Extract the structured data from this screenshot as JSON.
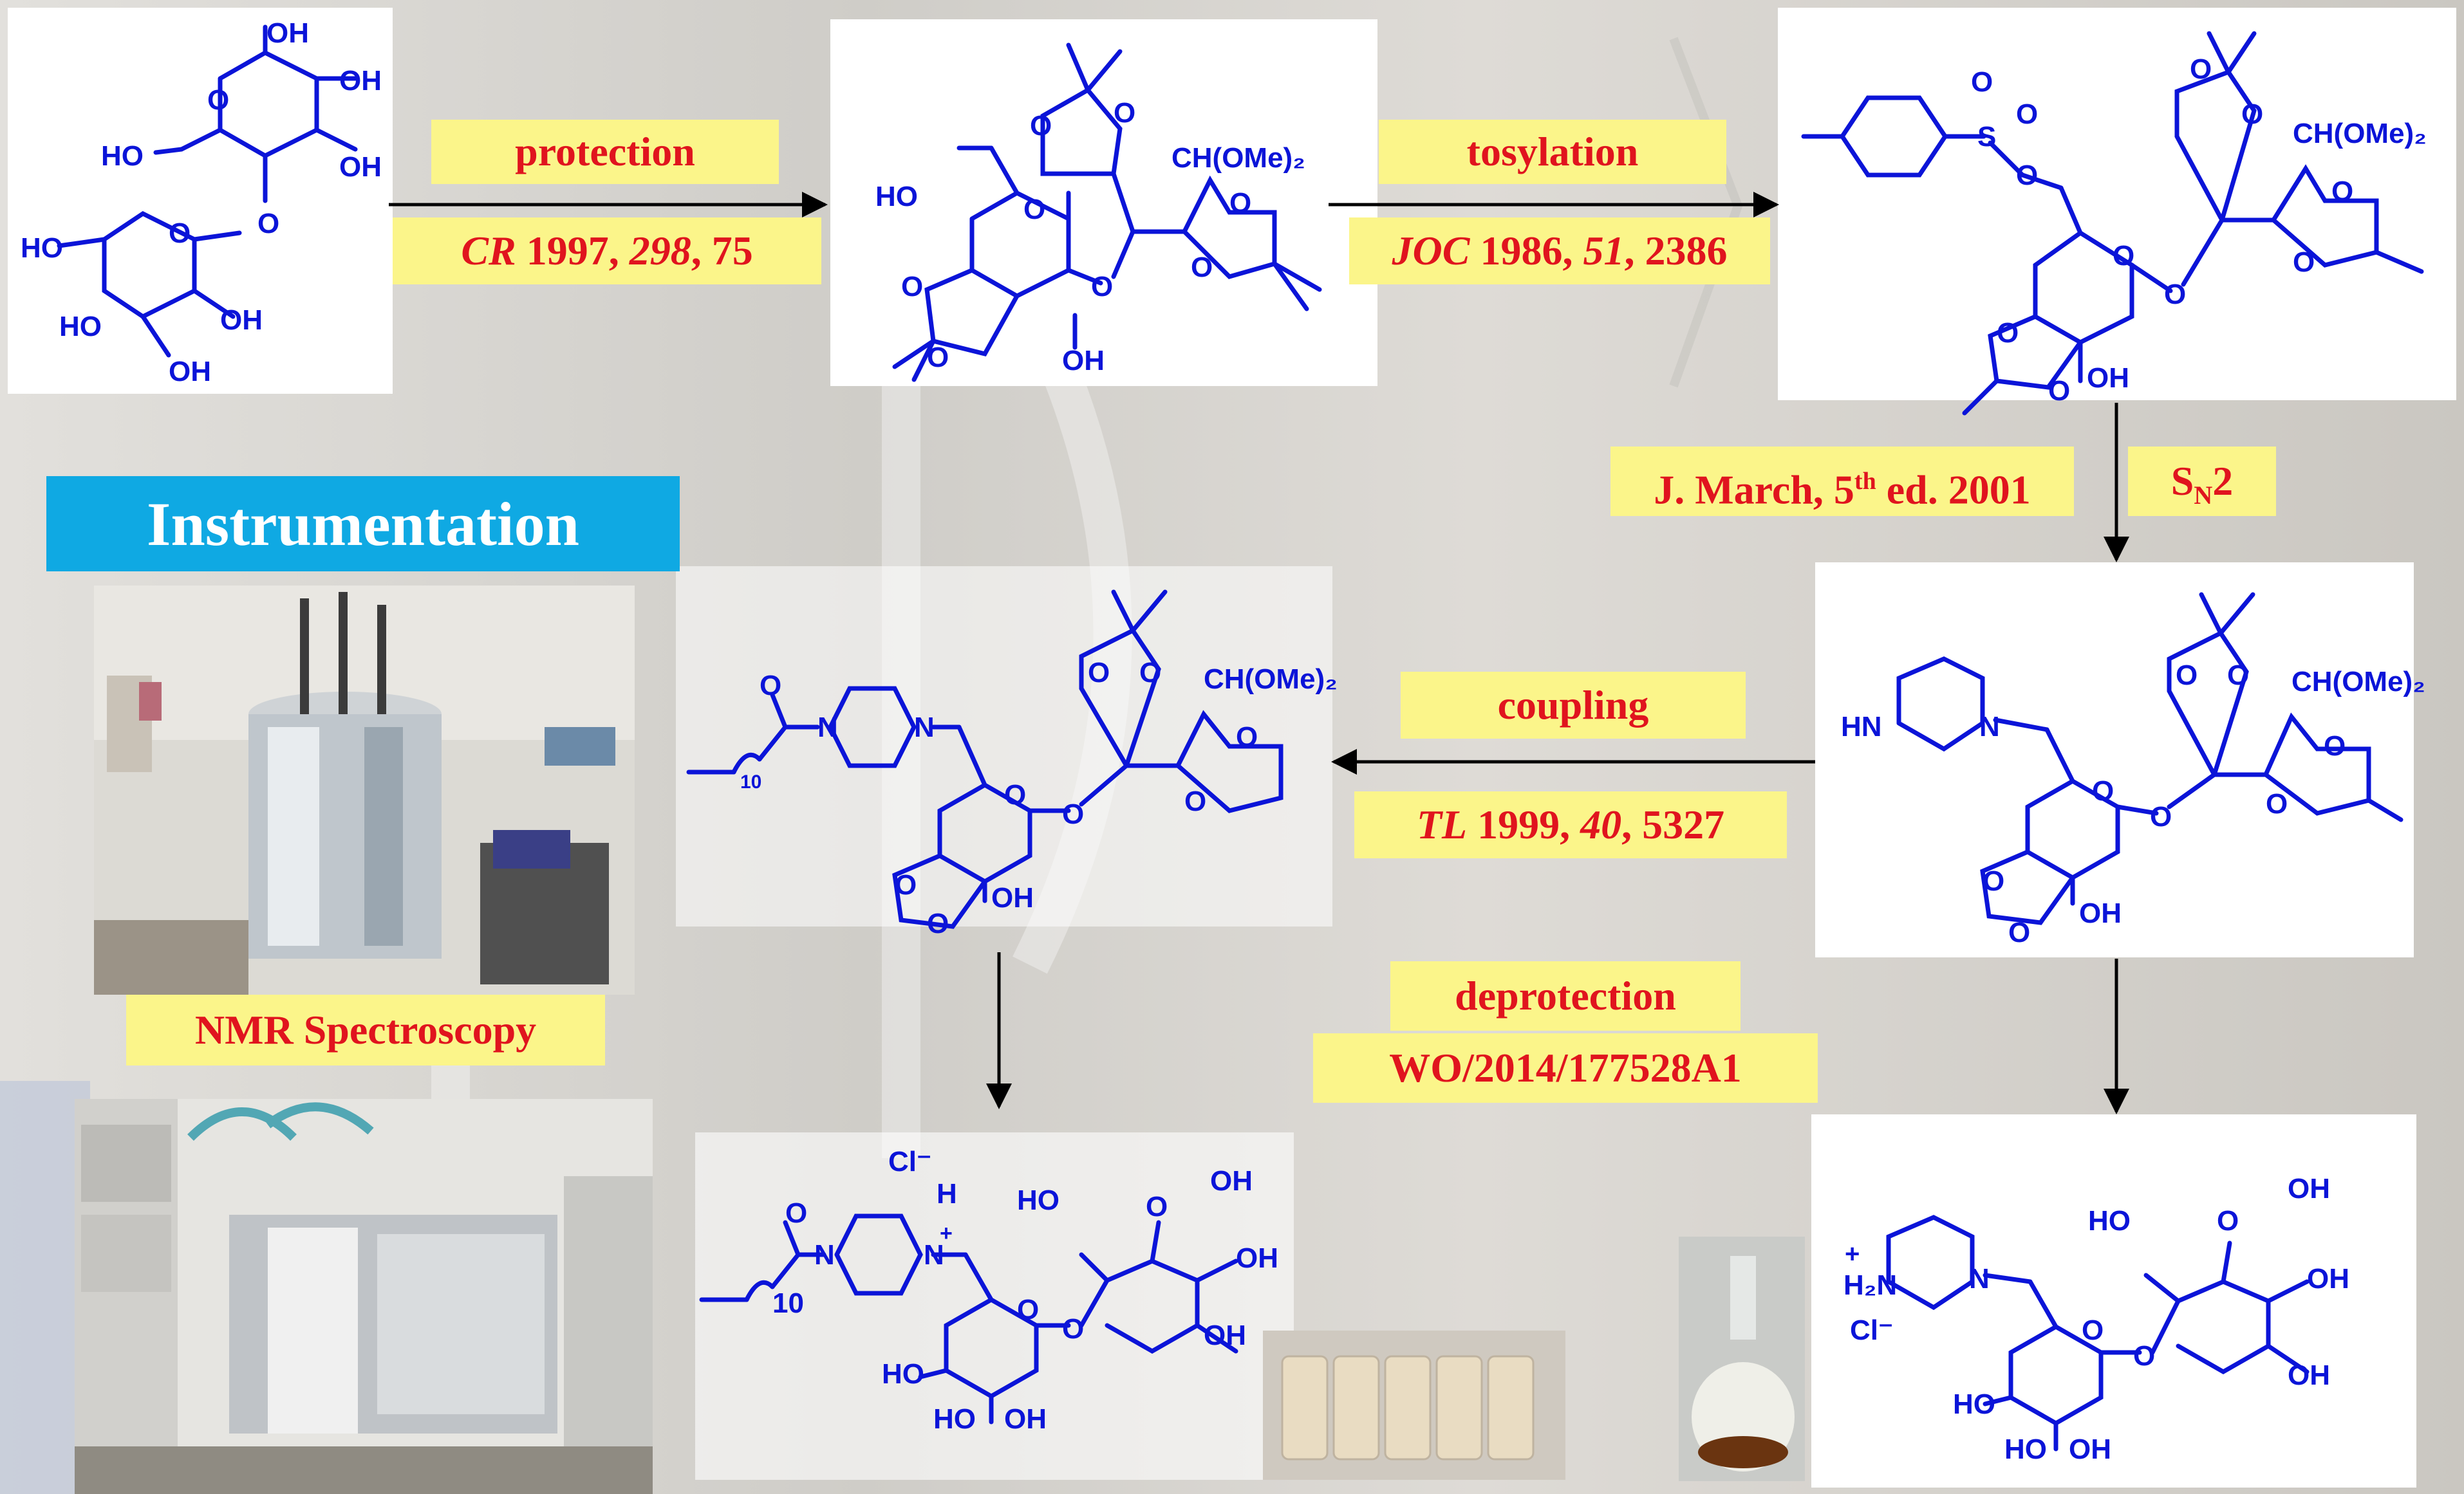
{
  "reactions": {
    "protection": {
      "label": "protection",
      "ref_journal": "CR",
      "ref_year": " 1997, ",
      "ref_volume": "298",
      "ref_pages": ", 75"
    },
    "tosylation": {
      "label": "tosylation",
      "ref_journal": "JOC",
      "ref_year": " 1986, ",
      "ref_volume": "51",
      "ref_pages": ", 2386"
    },
    "substitution": {
      "ref_main": "J. March, 5",
      "ref_sup": "th",
      "ref_tail": " ed. 2001",
      "mech_main": "S",
      "mech_sub": "N",
      "mech_tail": "2"
    },
    "coupling": {
      "label": "coupling",
      "ref_journal": "TL",
      "ref_year": " 1999, ",
      "ref_volume": "40",
      "ref_pages": ", 5327"
    },
    "deprotection": {
      "label": "deprotection",
      "ref": "WO/2014/177528A1"
    }
  },
  "section": {
    "instrumentation": "Instrumentation",
    "nmr_caption": "NMR Spectroscopy"
  },
  "atoms": {
    "OH": "OH",
    "HO": "HO",
    "O": "O",
    "N": "N",
    "HN": "HN",
    "H": "H",
    "S": "S",
    "CHOMe2": "CH(OMe)₂",
    "Cl": "Cl⁻",
    "n10": "10",
    "plus": "+",
    "H2N": "H₂N"
  },
  "colors": {
    "label_bg": "#fbf58a",
    "label_text": "#e0141e",
    "molecule": "#0b14d8",
    "banner": "#0fa9e3"
  }
}
